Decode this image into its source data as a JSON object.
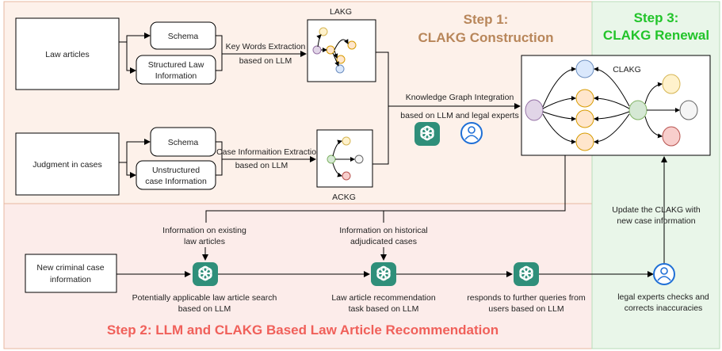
{
  "step1": {
    "line1": "Step 1:",
    "line2": "CLAKG Construction",
    "color": "#b8865a"
  },
  "step2": {
    "title": "Step 2:  LLM and CLAKG Based Law Article Recommendation",
    "color": "#f0605a"
  },
  "step3": {
    "line1": "Step 3:",
    "line2": "CLAKG Renewal",
    "color": "#22c42a"
  },
  "law": {
    "source": "Law articles",
    "schema": "Schema",
    "structured_l1": "Structured Law",
    "structured_l2": "Information",
    "extraction_l1": "Key Words Extraction",
    "extraction_l2": "based on LLM",
    "graph_label": "LAKG"
  },
  "cases": {
    "source": "Judgment in cases",
    "schema": "Schema",
    "unstructured_l1": "Unstructured",
    "unstructured_l2": "case Information",
    "extraction_l1": "Case Informaition Extraction",
    "extraction_l2": "based on LLM",
    "graph_label": "ACKG"
  },
  "integration": {
    "l1": "Knowledge Graph Integration",
    "l2": "based on LLM and legal experts"
  },
  "clakg": {
    "label": "CLAKG"
  },
  "update": {
    "l1": "Update the CLAKG with",
    "l2": "new case information"
  },
  "step2_flow": {
    "input_l1": "New criminal case",
    "input_l2": "information",
    "existing_l1": "Information on existing",
    "existing_l2": "law articles",
    "historical_l1": "Information on historical",
    "historical_l2": "adjudicated cases",
    "search_l1": "Potentially applicable law article search",
    "search_l2": "based on  LLM",
    "recommend_l1": "Law article recommendation",
    "recommend_l2": "task based on LLM",
    "queries_l1": "responds to further queries from",
    "queries_l2": "users based on LLM",
    "experts_l1": "legal experts checks and",
    "experts_l2": "corrects inaccuracies"
  },
  "colors": {
    "panel1": "#fdf1ea",
    "panel2": "#fcecea",
    "panel3": "#e9f6e9",
    "llm_icon": "#2f8f7a",
    "expert_icon": "#1f6fd6",
    "node_purple": "#e1d5e7",
    "node_blue": "#dae8fc",
    "node_orange": "#ffe6cc",
    "node_green": "#d5e8d4",
    "node_gray": "#f5f5f5",
    "node_red": "#f8cecc",
    "node_yellow": "#fff2cc"
  },
  "icons": [
    "llm-icon",
    "legal-expert-icon",
    "arrow-icon"
  ]
}
